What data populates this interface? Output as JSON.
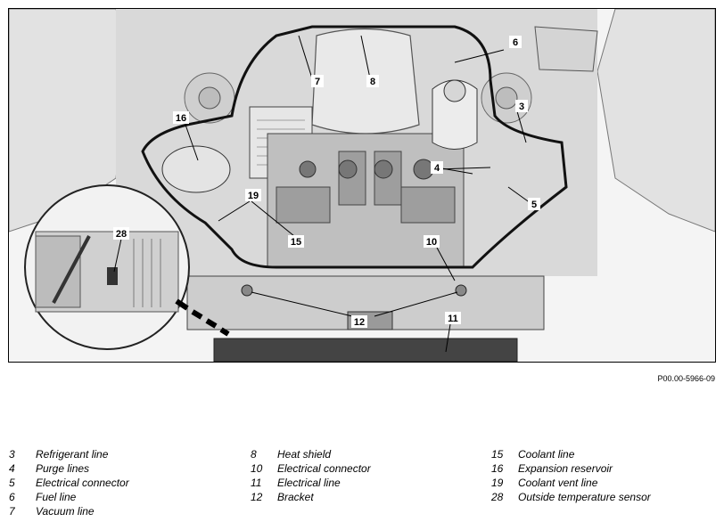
{
  "figure": {
    "code": "P00.00-5966-09",
    "callouts": [
      "3",
      "4",
      "5",
      "6",
      "7",
      "8",
      "10",
      "11",
      "12",
      "12",
      "15",
      "16",
      "19",
      "28"
    ]
  },
  "legend": {
    "col1": [
      {
        "num": "3",
        "text": "Refrigerant line"
      },
      {
        "num": "4",
        "text": "Purge lines"
      },
      {
        "num": "5",
        "text": "Electrical connector"
      },
      {
        "num": "6",
        "text": "Fuel line"
      },
      {
        "num": "7",
        "text": "Vacuum line"
      }
    ],
    "col2": [
      {
        "num": "8",
        "text": "Heat shield"
      },
      {
        "num": "10",
        "text": "Electrical connector"
      },
      {
        "num": "11",
        "text": "Electrical line"
      },
      {
        "num": "12",
        "text": "Bracket"
      }
    ],
    "col3": [
      {
        "num": "15",
        "text": "Coolant line"
      },
      {
        "num": "16",
        "text": "Expansion reservoir"
      },
      {
        "num": "19",
        "text": "Coolant vent line"
      },
      {
        "num": "28",
        "text": "Outside temperature sensor"
      }
    ]
  }
}
